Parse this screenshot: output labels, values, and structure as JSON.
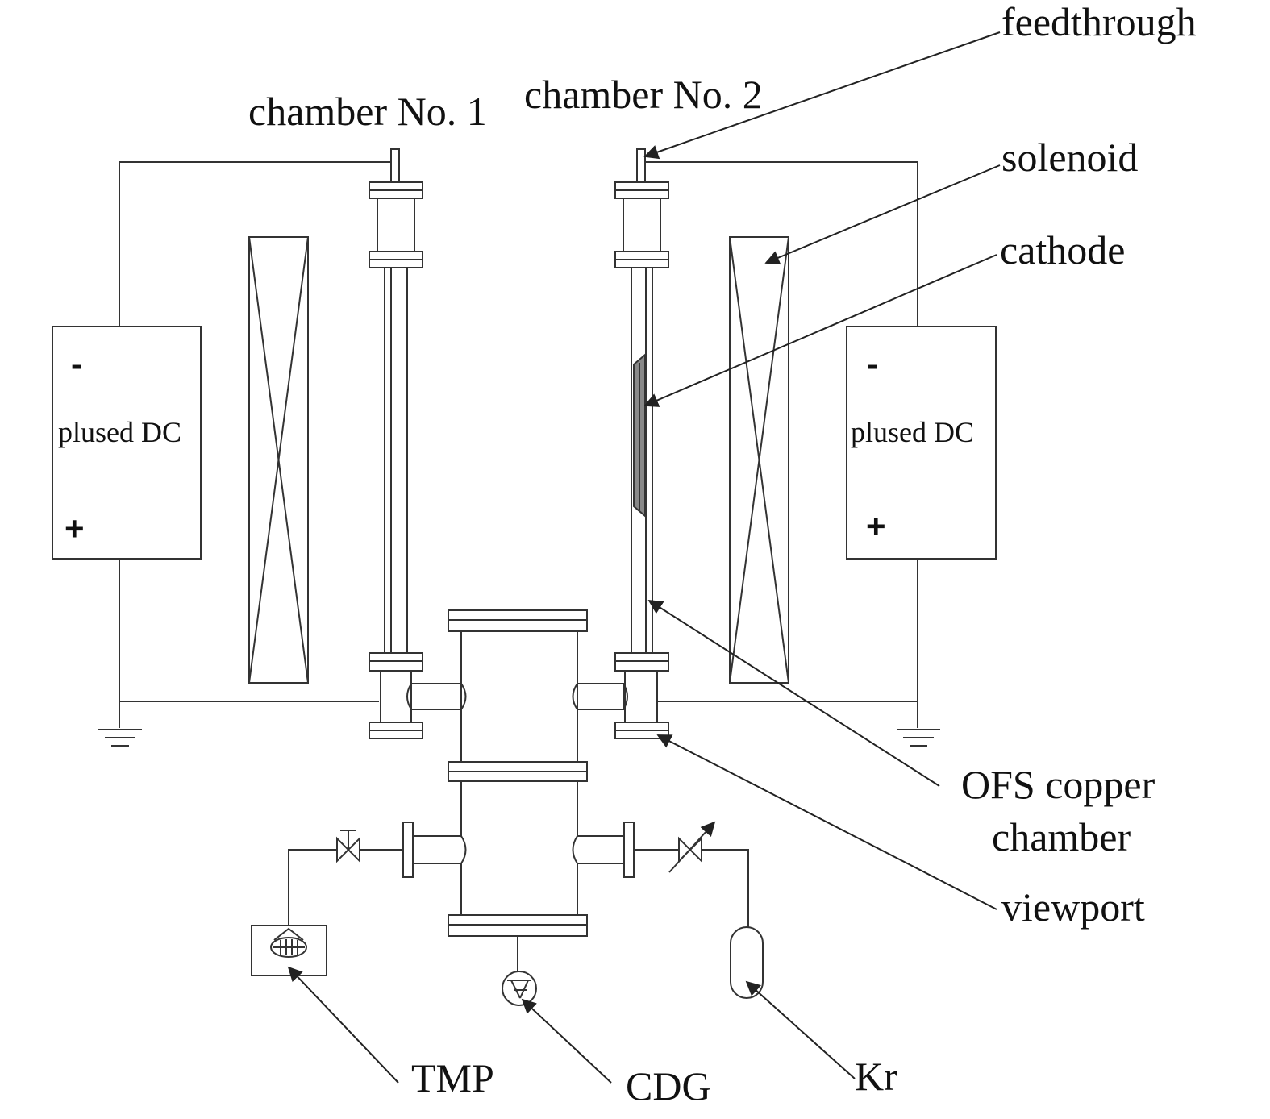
{
  "labels": {
    "chamber1": "chamber No. 1",
    "chamber2": "chamber No. 2",
    "feedthrough": "feedthrough",
    "solenoid": "solenoid",
    "cathode": "cathode",
    "ofs_line1": "OFS copper",
    "ofs_line2": "chamber",
    "viewport": "viewport",
    "tmp": "TMP",
    "cdg": "CDG",
    "kr": "Kr"
  },
  "power_supply": {
    "left": {
      "label": "plused DC",
      "minus": "-",
      "plus": "+"
    },
    "right": {
      "label": "plused DC",
      "minus": "-",
      "plus": "+"
    }
  },
  "colors": {
    "line": "#333333",
    "text": "#111111",
    "background": "#ffffff"
  }
}
